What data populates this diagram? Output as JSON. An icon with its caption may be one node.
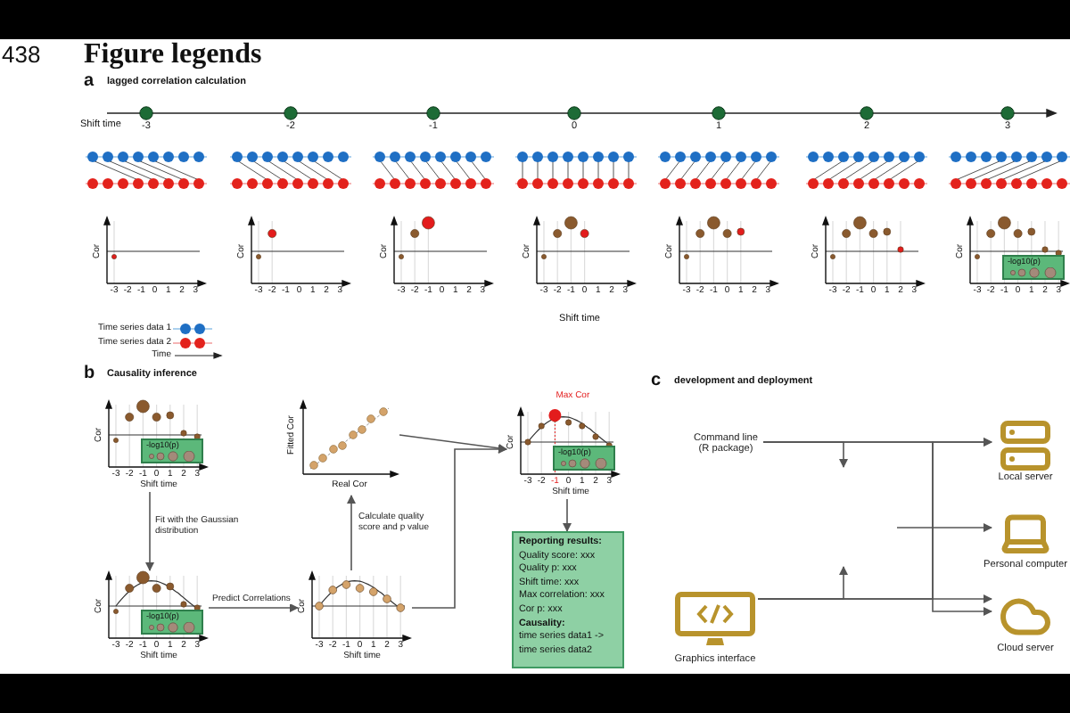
{
  "diagram": {
    "title": "Figure legends",
    "nodes": [
      {
        "text": [
          "Cor",
          "-3",
          "-2",
          "-1",
          "0",
          "1",
          "2",
          "3"
        ]
      },
      {
        "text": [
          "Cor",
          "-3",
          "-2",
          "-1",
          "0",
          "1",
          "2",
          "3"
        ]
      },
      {
        "text": [
          "Cor",
          "-3",
          "-2",
          "-1",
          "0",
          "1",
          "2",
          "3"
        ]
      },
      {
        "text": [
          "Cor",
          "-3",
          "-2",
          "-1",
          "0",
          "1",
          "2",
          "3"
        ]
      },
      {
        "text": [
          "Cor",
          "-3",
          "-2",
          "-1",
          "0",
          "1",
          "2",
          "3"
        ]
      },
      {
        "text": [
          "Cor",
          "-3",
          "-2",
          "-1",
          "0",
          "1",
          "2",
          "3"
        ]
      },
      {
        "text": [
          "Cor",
          "-3",
          "-2",
          "-1",
          "0",
          "1",
          "2",
          "3",
          "-log10(p)"
        ]
      },
      {
        "text": [
          "Cor",
          "-3",
          "-2",
          "-1",
          "0",
          "1",
          "2",
          "3",
          "-log10(p)",
          "Shift time"
        ]
      },
      {
        "text": [
          "Fitted Cor",
          "Real Cor"
        ]
      },
      {
        "text": [
          "Max Cor",
          "Cor",
          "-3",
          "-2",
          "-1",
          "0",
          "1",
          "2",
          "3",
          "-log10(p)",
          "Shift time"
        ]
      },
      {
        "text": [
          "Cor",
          "-3",
          "-2",
          "-1",
          "0",
          "1",
          "2",
          "3",
          "-log10(p)",
          "Shift time"
        ]
      },
      {
        "text": [
          "Cor",
          "-3",
          "-2",
          "-1",
          "0",
          "1",
          "2",
          "3",
          "Shift time"
        ]
      },
      {
        "text": [
          "**Reporting results:**",
          "Quality score: xxx",
          "Quality p: xxx",
          "Shift time: xxx",
          "Max correlation: xxx",
          "Cor p: xxx",
          "**Causality:**",
          "time series data1 -> time series data2"
        ]
      },
      {
        "text": [
          "Command line (R package)"
        ]
      },
      {
        "text": [
          "Graphics interface"
        ]
      },
      {
        "text": [
          "Local server"
        ]
      },
      {
        "text": [
          "Personal computer"
        ]
      },
      {
        "text": [
          "Cloud server"
        ]
      }
    ],
    "edges": [
      {
        "from": 7,
        "to": 10,
        "arrow": "to",
        "label": "Fit with the Gaussian distribution"
      },
      {
        "from": 10,
        "to": 11,
        "arrow": "to",
        "label": "Predict Correlations"
      },
      {
        "from": 11,
        "to": 8,
        "arrow": "to",
        "label": "Calculate quality score and p value"
      },
      {
        "from": 8,
        "to": 9,
        "arrow": "to"
      },
      {
        "from": 11,
        "to": 9,
        "arrow": "to"
      },
      {
        "from": 9,
        "to": 12,
        "arrow": "to"
      },
      {
        "from": 13,
        "to": 15,
        "arrow": "to"
      },
      {
        "from": 13,
        "to": 17,
        "arrow": "to"
      },
      {
        "from": 14,
        "to": 15,
        "arrow": "to"
      },
      {
        "from": 14,
        "to": 17,
        "arrow": "to"
      },
      {
        "from": 13,
        "to": null,
        "arrow": "to"
      },
      {
        "from": 14,
        "to": null,
        "arrow": "to"
      },
      {
        "from": null,
        "to": 16,
        "arrow": "to"
      }
    ],
    "labels": [
      "438",
      "a",
      "lagged correlation calculation",
      "Shift time",
      "-3",
      "-2",
      "-1",
      "0",
      "1",
      "2",
      "3",
      "Shift time",
      "b",
      "Causality inference",
      "c",
      "development and deployment"
    ],
    "legend": [
      {
        "text": "Time series data 1"
      },
      {
        "text": "Time series data 2"
      },
      {
        "text": "Time"
      }
    ]
  }
}
